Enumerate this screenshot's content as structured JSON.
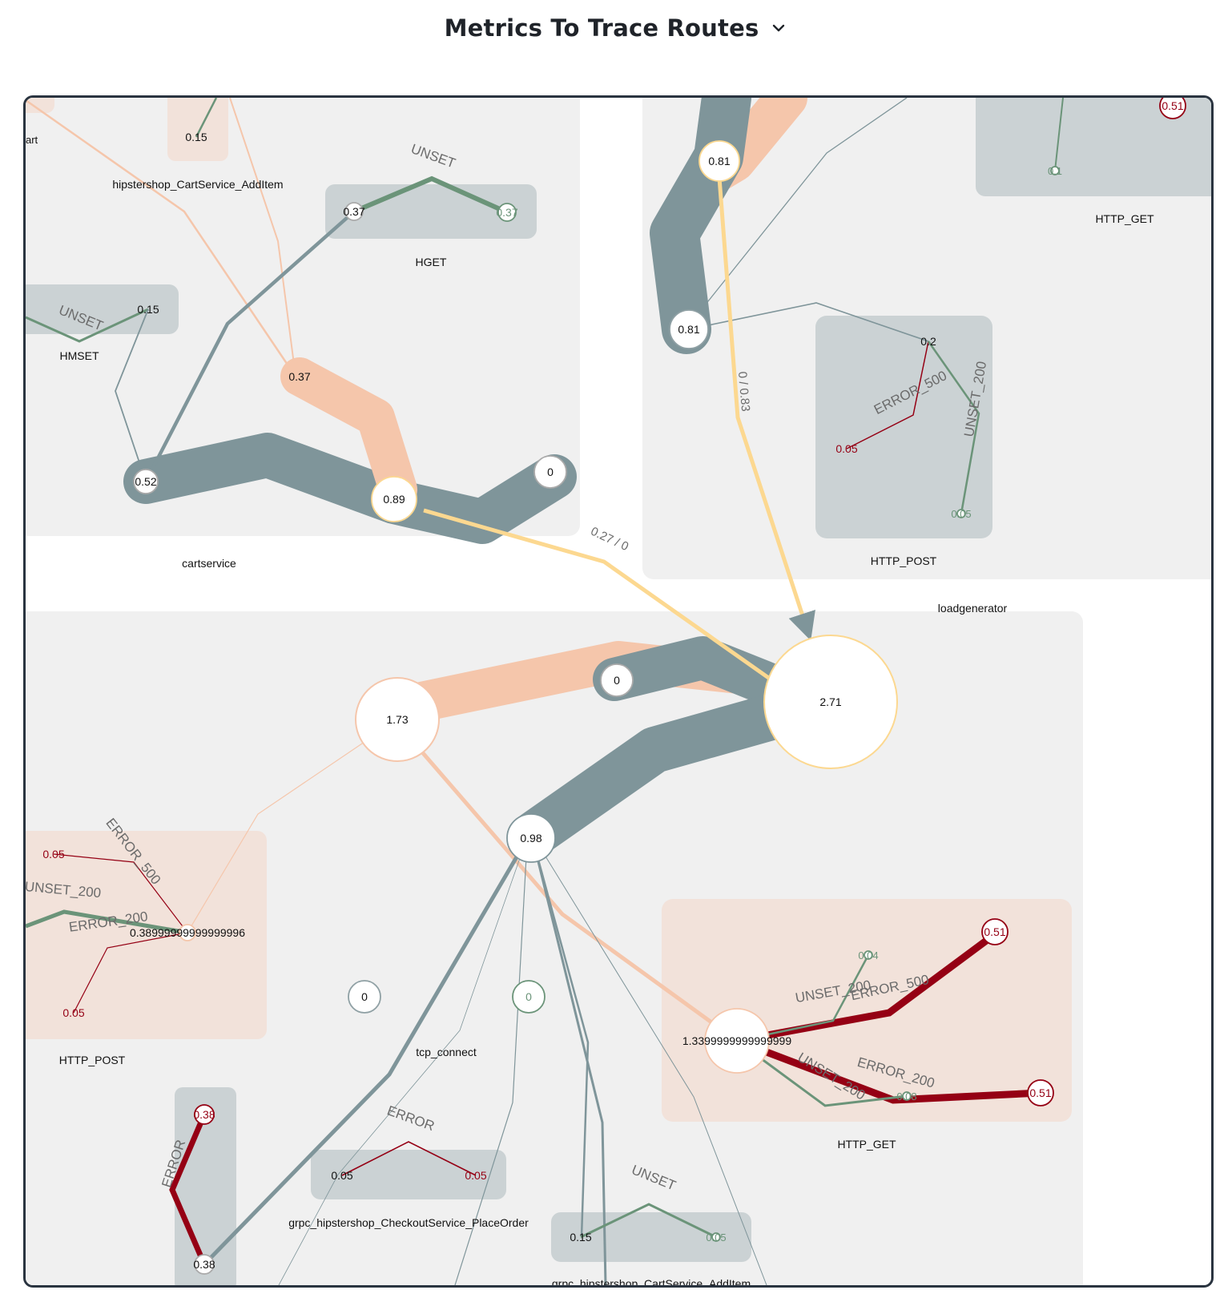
{
  "header": {
    "title": "Metrics To Trace Routes",
    "dropdown_icon": "chevron-down-icon"
  },
  "colors": {
    "group_bg": "#f0f0f0",
    "op_bg_gray": "#cbd2d4",
    "op_bg_peach": "#f2e2da",
    "service_edge": "#7f959a",
    "peach_edge": "#f5c6ab",
    "trace_edge": "#fcd890",
    "ok_green": "#6b9479",
    "error_red": "#950014",
    "frame_border": "#2a3440"
  },
  "services": [
    {
      "id": "cartservice",
      "label": "cartservice"
    },
    {
      "id": "loadgenerator",
      "label": "loadgenerator"
    },
    {
      "id": "frontend",
      "label": ""
    }
  ],
  "operations": [
    {
      "id": "op-cart-top",
      "label": "art"
    },
    {
      "id": "op-cart-additem-top",
      "label": "hipstershop_CartService_AddItem"
    },
    {
      "id": "op-hget",
      "label": "HGET"
    },
    {
      "id": "op-hmset",
      "label": "HMSET"
    },
    {
      "id": "op-http-get-top",
      "label": "HTTP_GET"
    },
    {
      "id": "op-http-post-top",
      "label": "HTTP_POST"
    },
    {
      "id": "op-http-post-left",
      "label": "HTTP_POST"
    },
    {
      "id": "op-tcp-connect",
      "label": "tcp_connect"
    },
    {
      "id": "op-http-get-right",
      "label": "HTTP_GET"
    },
    {
      "id": "op-placeorder",
      "label": "grpc_hipstershop_CheckoutService_PlaceOrder"
    },
    {
      "id": "op-additem-bottom",
      "label": "grpc_hipstershop_CartService_AddItem"
    }
  ],
  "nodes": [
    {
      "id": "n-cart-015",
      "value": "0.15"
    },
    {
      "id": "n-hget-a",
      "value": "0.37"
    },
    {
      "id": "n-hget-b",
      "value": "0.37"
    },
    {
      "id": "n-hmset",
      "value": "0.15"
    },
    {
      "id": "n-cart-037",
      "value": "0.37"
    },
    {
      "id": "n-cart-052",
      "value": "0.52"
    },
    {
      "id": "n-cart-089",
      "value": "0.89"
    },
    {
      "id": "n-cart-0",
      "value": "0"
    },
    {
      "id": "n-lg-081a",
      "value": "0.81"
    },
    {
      "id": "n-lg-081b",
      "value": "0.81"
    },
    {
      "id": "n-httpget-051",
      "value": "0.51"
    },
    {
      "id": "n-httpget-01",
      "value": "0.1"
    },
    {
      "id": "n-httppost-02",
      "value": "0.2"
    },
    {
      "id": "n-httppost-005r",
      "value": "0.05"
    },
    {
      "id": "n-httppost-005g",
      "value": "0.05"
    },
    {
      "id": "n-fe-271",
      "value": "2.71"
    },
    {
      "id": "n-fe-173",
      "value": "1.73"
    },
    {
      "id": "n-fe-0a",
      "value": "0"
    },
    {
      "id": "n-fe-098",
      "value": "0.98"
    },
    {
      "id": "n-post-left-main",
      "value": "0.38999999999999996"
    },
    {
      "id": "n-post-left-005a",
      "value": "0.05"
    },
    {
      "id": "n-post-left-005b",
      "value": "0.05"
    },
    {
      "id": "n-tcp-0a",
      "value": "0"
    },
    {
      "id": "n-tcp-0b",
      "value": "0"
    },
    {
      "id": "n-get-right-main",
      "value": "1.3399999999999999"
    },
    {
      "id": "n-get-right-051a",
      "value": "0.51"
    },
    {
      "id": "n-get-right-051b",
      "value": "0.51"
    },
    {
      "id": "n-get-right-004",
      "value": "0.04"
    },
    {
      "id": "n-get-right-008",
      "value": "0.08"
    },
    {
      "id": "n-err-038a",
      "value": "0.38"
    },
    {
      "id": "n-err-038b",
      "value": "0.38"
    },
    {
      "id": "n-po-005a",
      "value": "0.05"
    },
    {
      "id": "n-po-005b",
      "value": "0.05"
    },
    {
      "id": "n-ai-015",
      "value": "0.15"
    },
    {
      "id": "n-ai-005",
      "value": "0.05"
    }
  ],
  "status_labels": {
    "unset": "UNSET",
    "unset_200": "UNSET_200",
    "error_500": "ERROR_500",
    "error_200": "ERROR_200",
    "error": "ERROR"
  },
  "edge_labels": {
    "cart_to_frontend": "0.27 / 0",
    "lg_to_frontend": "0 / 0.83"
  }
}
